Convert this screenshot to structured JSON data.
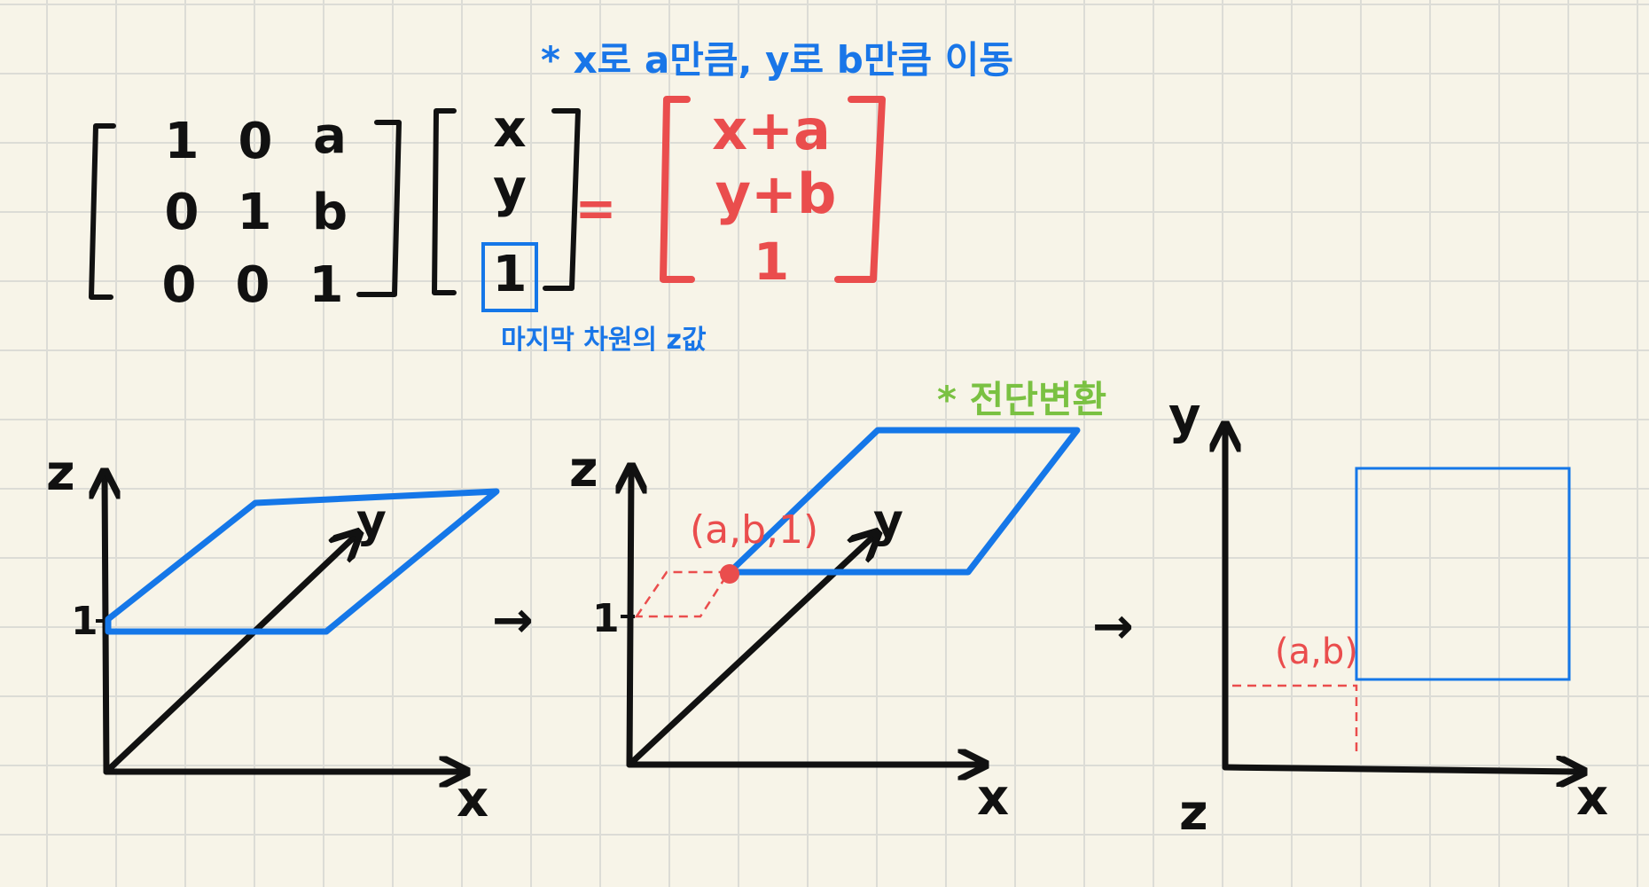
{
  "note_top": "* x로 a만큼, y로 b만큼 이동",
  "matrix": {
    "rows": [
      [
        "1",
        "0",
        "a"
      ],
      [
        "0",
        "1",
        "b"
      ],
      [
        "0",
        "0",
        "1"
      ]
    ],
    "vector": [
      "x",
      "y",
      "1"
    ],
    "equals": "=",
    "result": [
      "x+a",
      "y+b",
      "1"
    ]
  },
  "note_last_dim": "마지막 차원의 z값",
  "note_shear": "* 전단변환",
  "diagram1": {
    "z_label": "z",
    "x_label": "x",
    "y_label": "y",
    "tick_label": "1"
  },
  "diagram2": {
    "z_label": "z",
    "x_label": "x",
    "y_label": "y",
    "tick_label": "1",
    "point_label": "(a,b,1)"
  },
  "diagram3": {
    "y_label": "y",
    "x_label": "x",
    "z_label": "z",
    "point_label": "(a,b)"
  },
  "arrow_symbol": "→",
  "colors": {
    "ink": "#111111",
    "red": "#ea4d4d",
    "blue": "#1577e8",
    "green": "#7ac142",
    "paper": "#f7f4e8"
  }
}
